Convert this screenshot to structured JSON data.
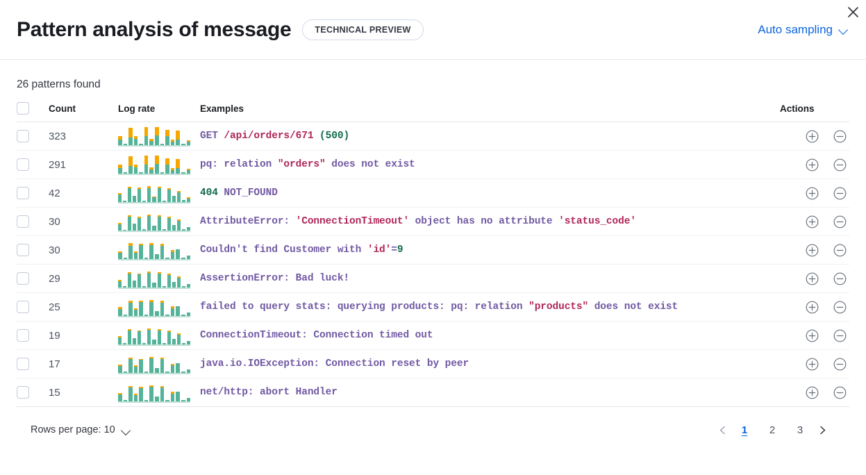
{
  "header": {
    "title": "Pattern analysis of message",
    "badge": "TECHNICAL PREVIEW",
    "sampling_label": "Auto sampling",
    "chevron_icon": "chevron-down-icon",
    "close_icon": "close-icon"
  },
  "summary": {
    "patterns_found": "26 patterns found"
  },
  "table": {
    "columns": {
      "count": "Count",
      "log_rate": "Log rate",
      "examples": "Examples",
      "actions": "Actions"
    },
    "add_filter_icon": "plus-in-circle-icon",
    "remove_filter_icon": "minus-in-circle-icon",
    "rows": [
      {
        "count": "323",
        "example_tokens": [
          {
            "t": "GET ",
            "c": "purple"
          },
          {
            "t": "/api/orders/671",
            "c": "red"
          },
          {
            "t": " ",
            "c": "purple"
          },
          {
            "t": "(500)",
            "c": "green"
          }
        ],
        "sparkline": [
          {
            "g": 26,
            "o": 16
          },
          {
            "g": 6,
            "o": 0
          },
          {
            "g": 36,
            "o": 46
          },
          {
            "g": 30,
            "o": 14
          },
          {
            "g": 6,
            "o": 0
          },
          {
            "g": 44,
            "o": 42
          },
          {
            "g": 20,
            "o": 10
          },
          {
            "g": 46,
            "o": 40
          },
          {
            "g": 6,
            "o": 0
          },
          {
            "g": 44,
            "o": 30
          },
          {
            "g": 18,
            "o": 8
          },
          {
            "g": 28,
            "o": 42
          },
          {
            "g": 8,
            "o": 0
          },
          {
            "g": 16,
            "o": 6
          }
        ]
      },
      {
        "count": "291",
        "example_tokens": [
          {
            "t": "pq: relation ",
            "c": "purple"
          },
          {
            "t": "\"orders\"",
            "c": "red"
          },
          {
            "t": " does not exist",
            "c": "purple"
          }
        ],
        "sparkline": [
          {
            "g": 26,
            "o": 16
          },
          {
            "g": 6,
            "o": 0
          },
          {
            "g": 36,
            "o": 46
          },
          {
            "g": 30,
            "o": 14
          },
          {
            "g": 6,
            "o": 0
          },
          {
            "g": 44,
            "o": 42
          },
          {
            "g": 20,
            "o": 10
          },
          {
            "g": 46,
            "o": 40
          },
          {
            "g": 6,
            "o": 0
          },
          {
            "g": 44,
            "o": 30
          },
          {
            "g": 18,
            "o": 8
          },
          {
            "g": 28,
            "o": 42
          },
          {
            "g": 8,
            "o": 0
          },
          {
            "g": 16,
            "o": 6
          }
        ]
      },
      {
        "count": "42",
        "example_tokens": [
          {
            "t": "404",
            "c": "green"
          },
          {
            "t": " NOT_FOUND",
            "c": "purple"
          }
        ],
        "sparkline": [
          {
            "g": 36,
            "o": 6
          },
          {
            "g": 6,
            "o": 0
          },
          {
            "g": 66,
            "o": 6
          },
          {
            "g": 30,
            "o": 0
          },
          {
            "g": 64,
            "o": 6
          },
          {
            "g": 8,
            "o": 0
          },
          {
            "g": 68,
            "o": 10
          },
          {
            "g": 22,
            "o": 6
          },
          {
            "g": 66,
            "o": 6
          },
          {
            "g": 8,
            "o": 0
          },
          {
            "g": 60,
            "o": 6
          },
          {
            "g": 30,
            "o": 0
          },
          {
            "g": 46,
            "o": 8
          },
          {
            "g": 10,
            "o": 0
          },
          {
            "g": 16,
            "o": 6
          }
        ]
      },
      {
        "count": "30",
        "example_tokens": [
          {
            "t": "AttributeError: ",
            "c": "purple"
          },
          {
            "t": "'ConnectionTimeout'",
            "c": "red"
          },
          {
            "t": " object has no attribute ",
            "c": "purple"
          },
          {
            "t": "'status_code'",
            "c": "red"
          }
        ],
        "sparkline": [
          {
            "g": 30,
            "o": 8
          },
          {
            "g": 5,
            "o": 0
          },
          {
            "g": 66,
            "o": 8
          },
          {
            "g": 32,
            "o": 0
          },
          {
            "g": 60,
            "o": 6
          },
          {
            "g": 8,
            "o": 0
          },
          {
            "g": 70,
            "o": 6
          },
          {
            "g": 24,
            "o": 0
          },
          {
            "g": 66,
            "o": 6
          },
          {
            "g": 6,
            "o": 0
          },
          {
            "g": 60,
            "o": 6
          },
          {
            "g": 28,
            "o": 0
          },
          {
            "g": 46,
            "o": 6
          },
          {
            "g": 8,
            "o": 0
          },
          {
            "g": 18,
            "o": 0
          }
        ]
      },
      {
        "count": "30",
        "example_tokens": [
          {
            "t": "Couldn't find Customer with ",
            "c": "purple"
          },
          {
            "t": "'id'",
            "c": "red"
          },
          {
            "t": "=",
            "c": "purple"
          },
          {
            "t": "9",
            "c": "green"
          }
        ],
        "sparkline": [
          {
            "g": 30,
            "o": 8
          },
          {
            "g": 6,
            "o": 0
          },
          {
            "g": 62,
            "o": 14
          },
          {
            "g": 30,
            "o": 6
          },
          {
            "g": 66,
            "o": 6
          },
          {
            "g": 6,
            "o": 0
          },
          {
            "g": 68,
            "o": 8
          },
          {
            "g": 24,
            "o": 0
          },
          {
            "g": 64,
            "o": 8
          },
          {
            "g": 6,
            "o": 0
          },
          {
            "g": 34,
            "o": 8
          },
          {
            "g": 48,
            "o": 0
          },
          {
            "g": 8,
            "o": 0
          },
          {
            "g": 16,
            "o": 0
          }
        ]
      },
      {
        "count": "29",
        "example_tokens": [
          {
            "t": "AssertionError: Bad luck!",
            "c": "purple"
          }
        ],
        "sparkline": [
          {
            "g": 30,
            "o": 8
          },
          {
            "g": 6,
            "o": 0
          },
          {
            "g": 66,
            "o": 8
          },
          {
            "g": 32,
            "o": 0
          },
          {
            "g": 62,
            "o": 6
          },
          {
            "g": 8,
            "o": 0
          },
          {
            "g": 70,
            "o": 6
          },
          {
            "g": 24,
            "o": 0
          },
          {
            "g": 66,
            "o": 6
          },
          {
            "g": 6,
            "o": 0
          },
          {
            "g": 60,
            "o": 6
          },
          {
            "g": 28,
            "o": 0
          },
          {
            "g": 46,
            "o": 6
          },
          {
            "g": 8,
            "o": 0
          },
          {
            "g": 18,
            "o": 0
          }
        ]
      },
      {
        "count": "25",
        "example_tokens": [
          {
            "t": "failed to query stats: querying products: pq: relation ",
            "c": "purple"
          },
          {
            "t": "\"products\"",
            "c": "red"
          },
          {
            "t": " does not exist",
            "c": "purple"
          }
        ],
        "sparkline": [
          {
            "g": 34,
            "o": 8
          },
          {
            "g": 6,
            "o": 0
          },
          {
            "g": 64,
            "o": 10
          },
          {
            "g": 30,
            "o": 8
          },
          {
            "g": 66,
            "o": 6
          },
          {
            "g": 6,
            "o": 0
          },
          {
            "g": 68,
            "o": 10
          },
          {
            "g": 24,
            "o": 0
          },
          {
            "g": 64,
            "o": 10
          },
          {
            "g": 6,
            "o": 0
          },
          {
            "g": 36,
            "o": 10
          },
          {
            "g": 48,
            "o": 0
          },
          {
            "g": 8,
            "o": 0
          },
          {
            "g": 16,
            "o": 0
          }
        ]
      },
      {
        "count": "19",
        "example_tokens": [
          {
            "t": "ConnectionTimeout: Connection timed out",
            "c": "purple"
          }
        ],
        "sparkline": [
          {
            "g": 32,
            "o": 8
          },
          {
            "g": 6,
            "o": 0
          },
          {
            "g": 66,
            "o": 8
          },
          {
            "g": 30,
            "o": 0
          },
          {
            "g": 62,
            "o": 6
          },
          {
            "g": 8,
            "o": 0
          },
          {
            "g": 70,
            "o": 6
          },
          {
            "g": 24,
            "o": 0
          },
          {
            "g": 66,
            "o": 6
          },
          {
            "g": 6,
            "o": 0
          },
          {
            "g": 60,
            "o": 6
          },
          {
            "g": 28,
            "o": 0
          },
          {
            "g": 46,
            "o": 6
          },
          {
            "g": 8,
            "o": 0
          },
          {
            "g": 18,
            "o": 0
          }
        ]
      },
      {
        "count": "17",
        "example_tokens": [
          {
            "t": "java.io.IOException: Connection reset by peer",
            "c": "purple"
          }
        ],
        "sparkline": [
          {
            "g": 32,
            "o": 8
          },
          {
            "g": 6,
            "o": 0
          },
          {
            "g": 66,
            "o": 8
          },
          {
            "g": 30,
            "o": 6
          },
          {
            "g": 62,
            "o": 6
          },
          {
            "g": 8,
            "o": 0
          },
          {
            "g": 70,
            "o": 6
          },
          {
            "g": 24,
            "o": 0
          },
          {
            "g": 66,
            "o": 6
          },
          {
            "g": 6,
            "o": 0
          },
          {
            "g": 36,
            "o": 8
          },
          {
            "g": 48,
            "o": 0
          },
          {
            "g": 8,
            "o": 0
          },
          {
            "g": 18,
            "o": 0
          }
        ]
      },
      {
        "count": "15",
        "example_tokens": [
          {
            "t": "net/http: abort Handler",
            "c": "purple"
          }
        ],
        "sparkline": [
          {
            "g": 34,
            "o": 6
          },
          {
            "g": 6,
            "o": 0
          },
          {
            "g": 66,
            "o": 8
          },
          {
            "g": 30,
            "o": 6
          },
          {
            "g": 64,
            "o": 6
          },
          {
            "g": 8,
            "o": 0
          },
          {
            "g": 70,
            "o": 6
          },
          {
            "g": 24,
            "o": 0
          },
          {
            "g": 66,
            "o": 6
          },
          {
            "g": 6,
            "o": 0
          },
          {
            "g": 36,
            "o": 10
          },
          {
            "g": 48,
            "o": 0
          },
          {
            "g": 8,
            "o": 0
          },
          {
            "g": 16,
            "o": 0
          }
        ]
      }
    ]
  },
  "footer": {
    "rows_per_page": "Rows per page: 10",
    "rows_per_page_chevron": "chevron-down-icon",
    "prev_icon": "chevron-left-icon",
    "next_icon": "chevron-right-icon",
    "pages": [
      "1",
      "2",
      "3"
    ],
    "active_page": "1"
  },
  "colors": {
    "accent_blue": "#0b64dd",
    "bar_green": "#54b399",
    "bar_orange": "#f5a700",
    "token_purple": "#7159a3",
    "token_red": "#b0265a",
    "token_green": "#116b4c"
  }
}
